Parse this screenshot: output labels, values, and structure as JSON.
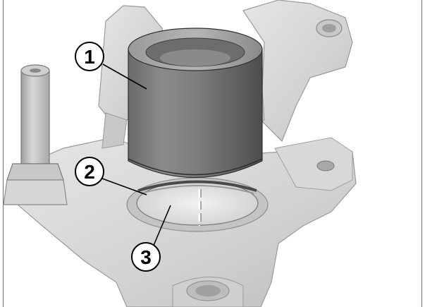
{
  "callouts": [
    {
      "number": "1",
      "part": "sleeve"
    },
    {
      "number": "2",
      "part": "seal"
    },
    {
      "number": "3",
      "part": "bore"
    }
  ],
  "colors": {
    "background": "#ffffff",
    "part_light": "#dcdcdc",
    "part_mid": "#bdbdbd",
    "part_dark": "#8f8f8f",
    "sleeve": "#7a7a7a",
    "sleeve_dark": "#555555",
    "outline": "#000000"
  }
}
